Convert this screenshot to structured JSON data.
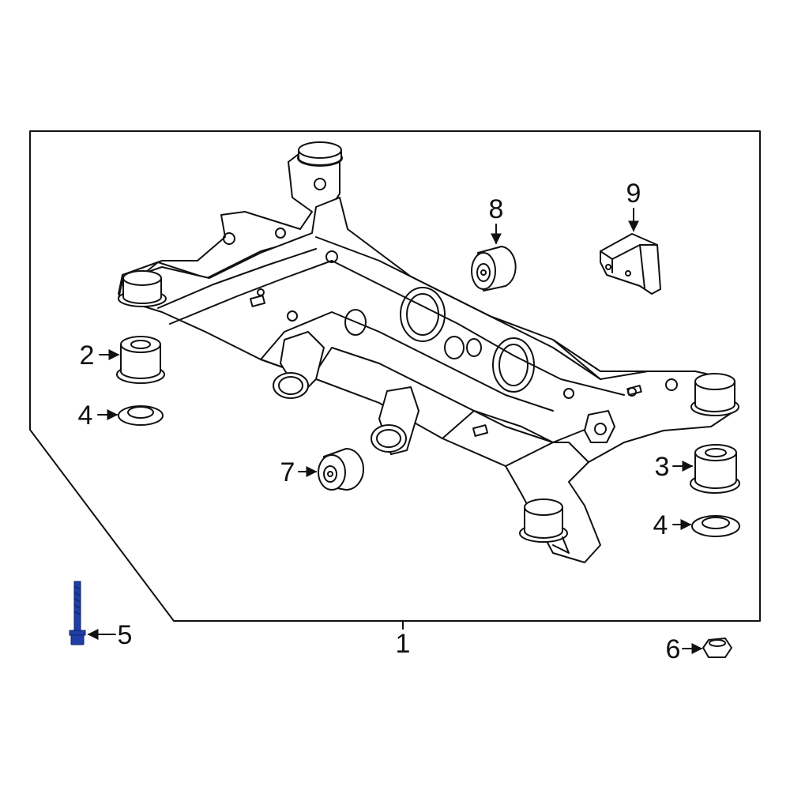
{
  "callouts": [
    {
      "id": "1",
      "label": "1"
    },
    {
      "id": "2",
      "label": "2"
    },
    {
      "id": "3",
      "label": "3"
    },
    {
      "id": "4a",
      "label": "4"
    },
    {
      "id": "4b",
      "label": "4"
    },
    {
      "id": "5",
      "label": "5"
    },
    {
      "id": "6",
      "label": "6"
    },
    {
      "id": "7",
      "label": "7"
    },
    {
      "id": "8",
      "label": "8"
    },
    {
      "id": "9",
      "label": "9"
    }
  ],
  "colors": {
    "line": "#111111",
    "background": "#ffffff",
    "highlight_part": "#1f3fa8"
  }
}
